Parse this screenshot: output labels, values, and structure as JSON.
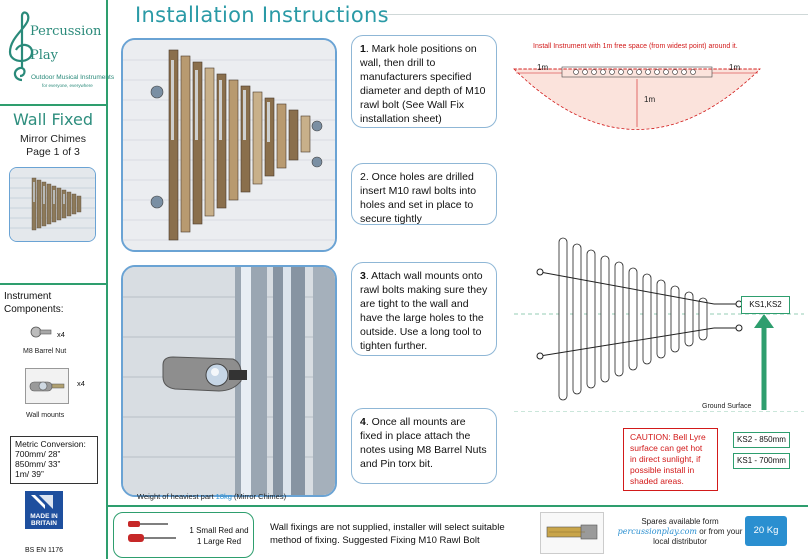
{
  "logo": {
    "name": "Percussion Play",
    "tagline": "Outdoor Musical Instruments",
    "subtag": "for everyone, everywhere"
  },
  "header": {
    "title": "Installation Instructions",
    "brand_color": "#2e9e6e"
  },
  "sidebar": {
    "product_type": "Wall Fixed",
    "product_name": "Mirror Chimes",
    "page_info": "Page 1 of 3",
    "components_heading": "Instrument Components:",
    "components": [
      {
        "label": "M8 Barrel Nut",
        "qty": "x4",
        "icon": "barrel-nut-icon"
      },
      {
        "label": "Wall mounts",
        "qty": "x4",
        "icon": "wall-mount-icon"
      }
    ],
    "metric": {
      "heading": "Metric Conversion:",
      "lines": [
        "700mm/ 28”",
        "850mm/ 33”",
        "1m/ 39”"
      ]
    },
    "badge": {
      "line1": "MADE IN",
      "line2": "BRITAIN",
      "standard": "BS EN 1176"
    }
  },
  "steps": [
    {
      "num": "1",
      "text": ". Mark hole positions on wall, then drill to manufacturers specified diameter and depth of M10 rawl bolt (See Wall Fix installation sheet)"
    },
    {
      "num": "",
      "text": "2. Once holes are drilled insert M10 rawl bolts into holes and set in place to secure tightly"
    },
    {
      "num": "3",
      "text": ". Attach wall mounts onto rawl bolts making sure they are tight to the wall and have the large holes to the outside. Use a long tool to tighten further."
    },
    {
      "num": "4",
      "text": ". Once all mounts are fixed in place attach the notes using M8 Barrel Nuts and Pin torx bit."
    }
  ],
  "diagram": {
    "free_space_note": "Install Instrument with 1m free space (from widest point) around it.",
    "left_dim": "1m",
    "right_dim": "1m",
    "down_dim": "1m",
    "ground_label": "Ground Surface",
    "ks_label": "KS1,KS2",
    "heights": [
      "KS2 - 850mm",
      "KS1 - 700mm"
    ],
    "caution": "CAUTION: Bell Lyre surface can get hot in direct sunlight, if possible install in shaded areas.",
    "red": "#d21a1a"
  },
  "weight": {
    "prefix": "Weight of heaviest part ",
    "value": "18kg",
    "suffix": " (Mirror Chimes)"
  },
  "footer": {
    "tool_text": "1 Small Red and 1 Large Red",
    "fixings": "Wall fixings are not supplied, installer will select suitable method of fixing. Suggested Fixing M10 Rawl Bolt",
    "spares_line1": "Spares available form",
    "spares_site": "percussionplay.com",
    "spares_line2": " or from your local distributor",
    "total_weight": "20 Kg"
  }
}
